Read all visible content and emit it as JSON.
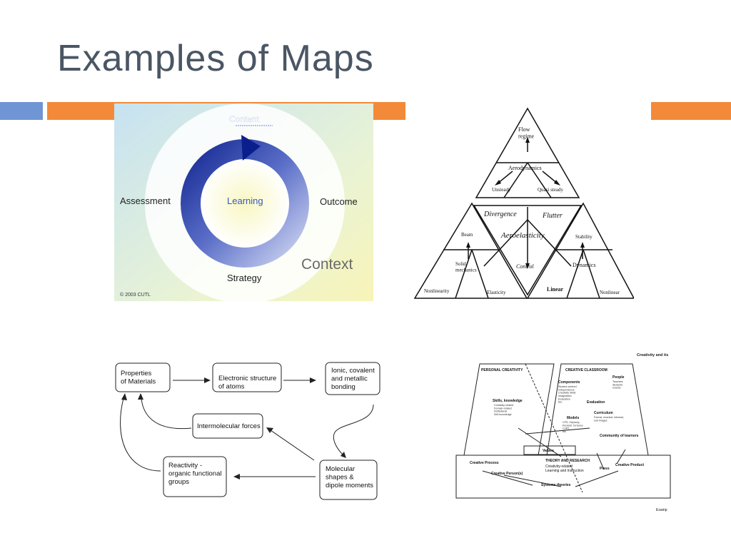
{
  "slide": {
    "title": "Examples of Maps",
    "accent_colors": {
      "blue": "#6f95d4",
      "orange": "#f28a3a",
      "title": "#4a5663"
    }
  },
  "cycle_map": {
    "top": "Content",
    "center": "Learning",
    "left": "Assessment",
    "right": "Outcome",
    "bottom": "Strategy",
    "outer": "Context",
    "copyright": "© 2003 CUTL"
  },
  "triangle_map": {
    "top_triangle": {
      "apex": "Flow\nregime",
      "center": "Aerodynamics",
      "left": "Unsteady",
      "right": "Quasi steady"
    },
    "middle_triangle": {
      "left": "Divergence",
      "right": "Flutter",
      "center": "Aeroelasticity",
      "bottom": "Control"
    },
    "left_triangle": {
      "apex": "Beam",
      "center": "Solid\nmechanics",
      "left": "Nonlinearity",
      "right": "Elasticity"
    },
    "right_triangle": {
      "apex": "Stability",
      "center": "Dynamics",
      "left": "Linear",
      "right": "Nonlinear"
    }
  },
  "flow_map": {
    "properties": "Properties\nof Materials",
    "electronic": "Electronic structure\nof atoms",
    "bonding": "Ionic, covalent\nand metallic\nbonding",
    "intermolecular": "Intermolecular forces",
    "molecular": "Molecular\nshapes &\ndipole moments",
    "reactivity": "Reactivity -\norganic functional\ngroups"
  },
  "creativity_map": {
    "corner_title": "Creativity and its",
    "left_header": "PERSONAL CREATIVITY",
    "right_header": "CREATIVE CLASSROOM",
    "people": "People",
    "people_sub": "Teachers\nStudents\nGuests",
    "components": "Components",
    "components_sub": "Student-centred\nIndependence\nCreativity Skills\nImagination\nEvaluation\nEtc.",
    "evaluation": "Evaluation",
    "skills": "Skills, knowledge",
    "skills_sub": "Creativity-related\nDomain-related\nInstitutional\nSelf-knowledge",
    "curriculum": "Curriculum",
    "curriculum_sub": "Formal, enacted, informal,\nsub-images",
    "models": "Models",
    "models_sub": "CPS, Odyssey,\nRenzulli, Torrance\nCoRT\netc",
    "community": "Community of learners",
    "values": "Values",
    "theory": "THEORY AND RESEARCH",
    "theory_sub": "Creativity-related\nLearning and Instruction",
    "process": "Creative Process",
    "press": "Press",
    "product": "Creative Product",
    "person": "Creative Person(s)",
    "systems": "Systems theories",
    "caption": "Examp"
  }
}
